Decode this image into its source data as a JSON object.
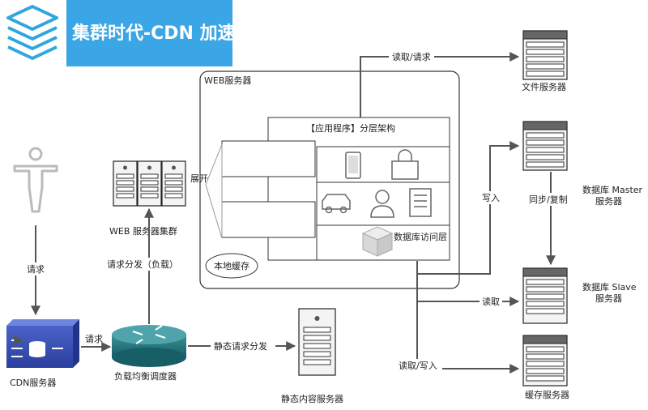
{
  "header": {
    "title": "集群时代-CDN 加速",
    "banner_color": "#3aa6e6",
    "icon": "layers-icon"
  },
  "labels": {
    "web_server": "WEB服务器",
    "app_layers": "【应用程序】分层架构",
    "local_cache": "本地缓存",
    "db_access_layer": "数据库访问层",
    "expand": "展开",
    "web_cluster": "WEB 服务器集群",
    "request_dispatch": "请求分发（负载）",
    "request_user": "请求",
    "request_cdn": "请求",
    "cdn_server": "CDN服务器",
    "load_balancer": "负载均衡调度器",
    "static_dispatch": "静态请求分发",
    "static_server": "静态内容服务器",
    "file_server": "文件服务器",
    "read_request": "读取/请求",
    "write": "写入",
    "db_master": "数据库 Master",
    "db_master_sub": "服务器",
    "sync_copy": "同步/复制",
    "db_slave": "数据库 Slave",
    "db_slave_sub": "服务器",
    "read": "读取",
    "read_write": "读取/写入",
    "cache_server": "缓存服务器"
  },
  "icons": {
    "user": "person-icon",
    "cdn": "cdn-box-icon",
    "router": "router-icon",
    "phone": "phone-icon",
    "bag": "shopping-bag-icon",
    "car": "car-icon",
    "person": "user-icon",
    "doc": "document-icon",
    "cube": "cube-icon"
  }
}
